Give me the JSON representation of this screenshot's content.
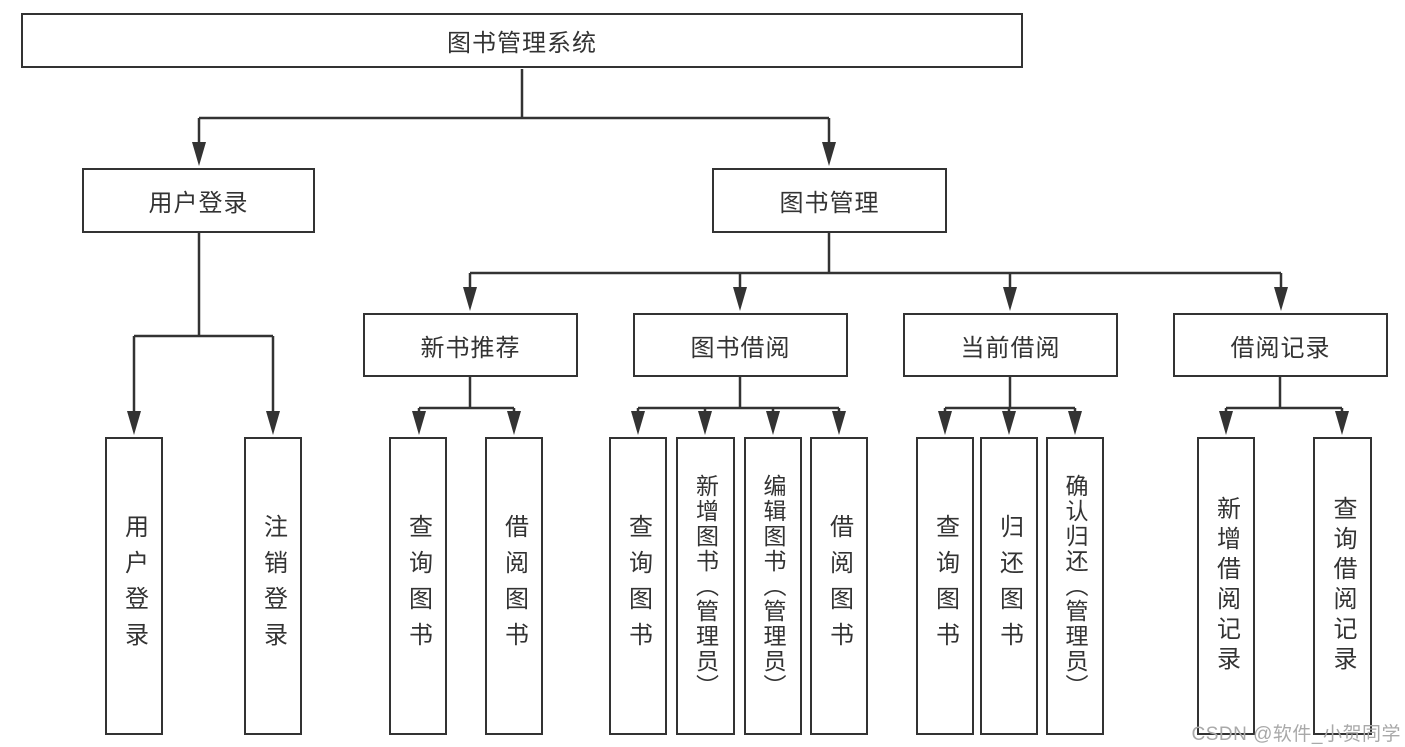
{
  "colors": {
    "line": "#333333",
    "text": "#333333",
    "background": "#ffffff",
    "watermark": "#a9a9a9"
  },
  "tree": {
    "label": "图书管理系统",
    "children": [
      {
        "label": "用户登录",
        "children": [
          {
            "label": "用户登录"
          },
          {
            "label": "注销登录"
          }
        ]
      },
      {
        "label": "图书管理",
        "children": [
          {
            "label": "新书推荐",
            "children": [
              {
                "label": "查询图书"
              },
              {
                "label": "借阅图书"
              }
            ]
          },
          {
            "label": "图书借阅",
            "children": [
              {
                "label": "查询图书"
              },
              {
                "label": "新增图书（管理员）"
              },
              {
                "label": "编辑图书（管理员）"
              },
              {
                "label": "借阅图书"
              }
            ]
          },
          {
            "label": "当前借阅",
            "children": [
              {
                "label": "查询图书"
              },
              {
                "label": "归还图书"
              },
              {
                "label": "确认归还（管理员）"
              }
            ]
          },
          {
            "label": "借阅记录",
            "children": [
              {
                "label": "新增借阅记录"
              },
              {
                "label": "查询借阅记录"
              }
            ]
          }
        ]
      }
    ]
  },
  "watermark": {
    "text": "CSDN @软件_小贺同学"
  }
}
